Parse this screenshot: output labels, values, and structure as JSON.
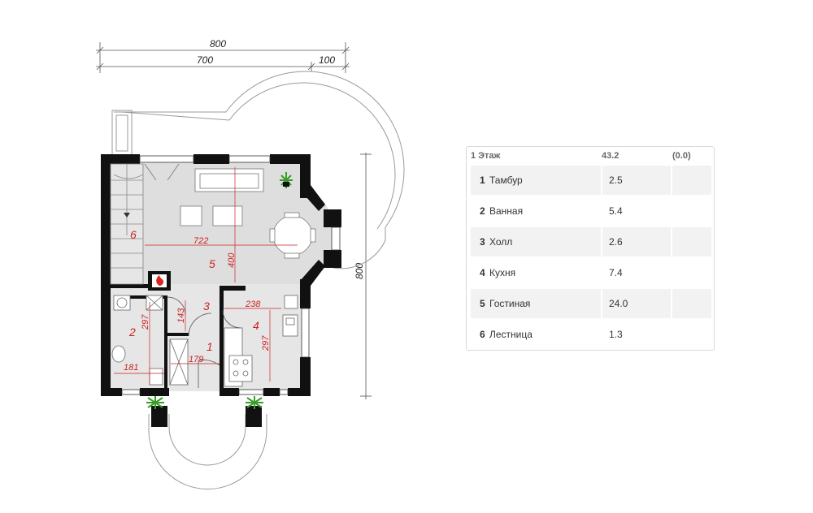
{
  "plan": {
    "dimensions": {
      "total_width": "800",
      "main_width": "700",
      "bay_width": "100",
      "total_depth": "800"
    },
    "inner_dims": [
      "722",
      "400",
      "238",
      "297",
      "143",
      "297",
      "181",
      "179"
    ],
    "room_numbers": [
      "1",
      "2",
      "3",
      "4",
      "5",
      "6"
    ],
    "colors": {
      "wall": "#111111",
      "dim_red": "#cc2222",
      "floor": "#e6e6e6",
      "plant": "#3a9d2a"
    }
  },
  "table": {
    "header": {
      "floor": "1 Этаж",
      "total": "43.2",
      "extra": "(0.0)"
    },
    "rows": [
      {
        "num": "1",
        "name": "Тамбур",
        "area": "2.5"
      },
      {
        "num": "2",
        "name": "Ванная",
        "area": "5.4"
      },
      {
        "num": "3",
        "name": "Холл",
        "area": "2.6"
      },
      {
        "num": "4",
        "name": "Кухня",
        "area": "7.4"
      },
      {
        "num": "5",
        "name": "Гостиная",
        "area": "24.0"
      },
      {
        "num": "6",
        "name": "Лестница",
        "area": "1.3"
      }
    ]
  }
}
